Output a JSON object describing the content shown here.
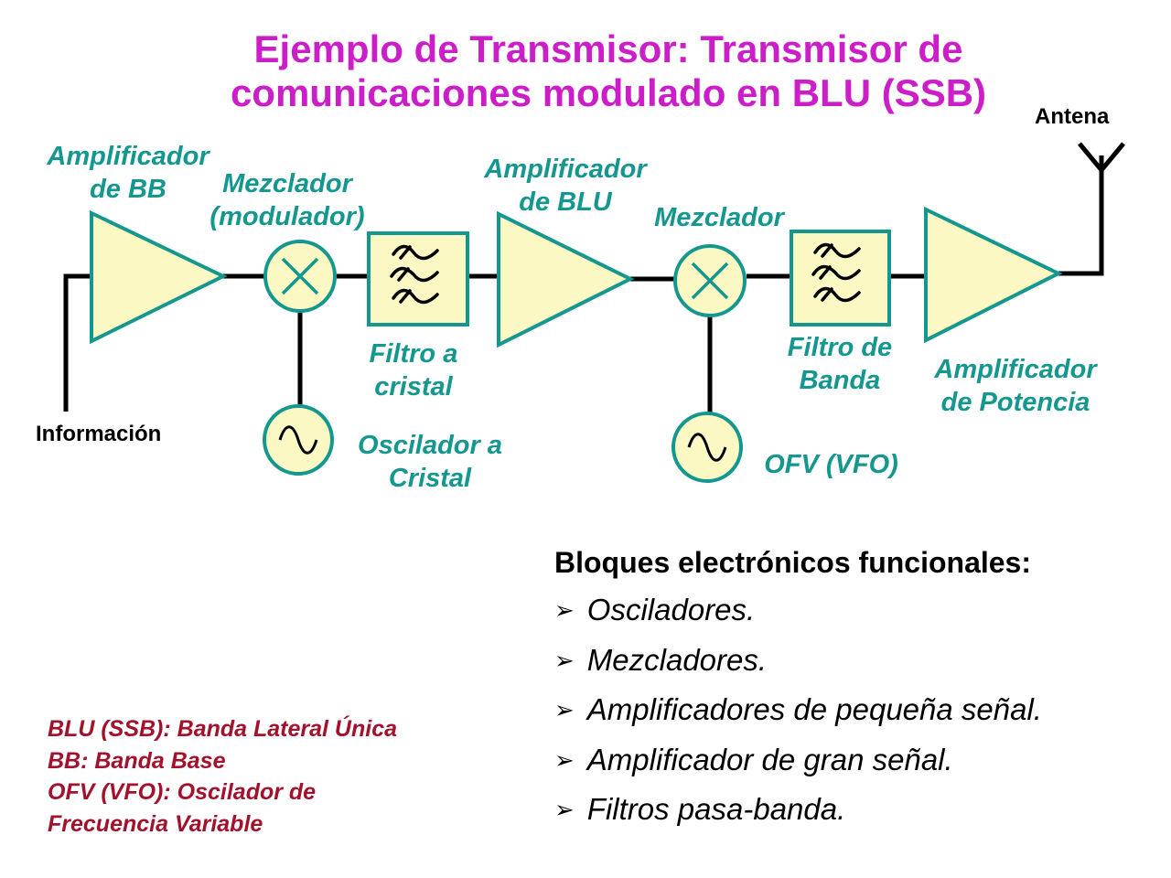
{
  "title": {
    "line1": "Ejemplo de Transmisor: Transmisor de",
    "line2": "comunicaciones modulado en BLU (SSB)"
  },
  "labels": {
    "antena": "Antena",
    "informacion": "Información",
    "amp_bb": [
      "Amplificador",
      "de BB"
    ],
    "mezclador_mod": [
      "Mezclador",
      "(modulador)"
    ],
    "amp_blu": [
      "Amplificador",
      "de BLU"
    ],
    "mezclador": "Mezclador",
    "filtro_cristal": [
      "Filtro a",
      "cristal"
    ],
    "oscilador_cristal": [
      "Oscilador a",
      "Cristal"
    ],
    "filtro_banda": [
      "Filtro de",
      "Banda"
    ],
    "amp_potencia": [
      "Amplificador",
      "de Potencia"
    ],
    "ofv": "OFV (VFO)"
  },
  "legend": [
    "BLU (SSB): Banda Lateral Única",
    "BB: Banda Base",
    "OFV (VFO): Oscilador de",
    "Frecuencia Variable"
  ],
  "blocks": {
    "heading": "Bloques electrónicos funcionales:",
    "items": [
      "Osciladores.",
      "Mezcladores.",
      "Amplificadores de pequeña señal.",
      "Amplificador de gran señal.",
      "Filtros pasa-banda."
    ]
  },
  "colors": {
    "title": "#cc1ec8",
    "label": "#14978e",
    "block_fill": "#fbf8c4",
    "block_stroke": "#14978e",
    "legend": "#a3122d"
  },
  "icons": {
    "bullet": "arrow-bullet-icon",
    "mixer": "mixer-x-icon",
    "oscillator": "sine-wave-icon",
    "filter": "bandpass-filter-icon",
    "amplifier": "triangle-amplifier-icon",
    "antenna": "antenna-icon"
  }
}
